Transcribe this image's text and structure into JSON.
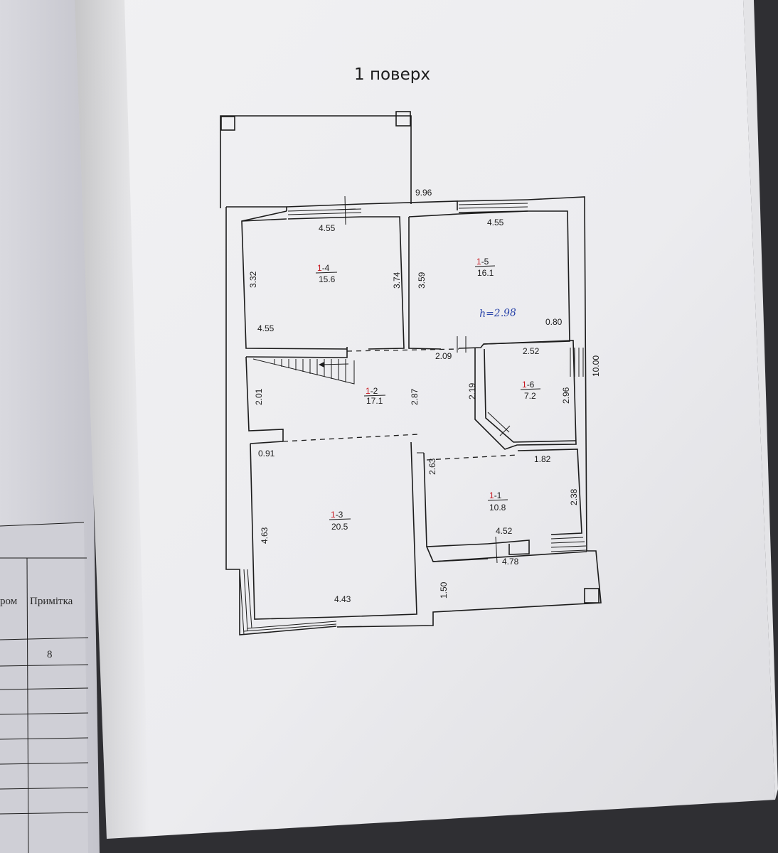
{
  "page": {
    "title": "1 поверх",
    "height_note": "h=2.98"
  },
  "rooms": [
    {
      "id": "1-1",
      "number": "1",
      "suffix": "-1",
      "area": "10.8"
    },
    {
      "id": "1-2",
      "number": "1",
      "suffix": "-2",
      "area": "17.1"
    },
    {
      "id": "1-3",
      "number": "1",
      "suffix": "-3",
      "area": "20.5"
    },
    {
      "id": "1-4",
      "number": "1",
      "suffix": "-4",
      "area": "15.6"
    },
    {
      "id": "1-5",
      "number": "1",
      "suffix": "-5",
      "area": "16.1"
    },
    {
      "id": "1-6",
      "number": "1",
      "suffix": "-6",
      "area": "7.2"
    }
  ],
  "dimensions": {
    "overall_width": "9.96",
    "overall_height": "10.00",
    "r4_top": "4.55",
    "r4_bottom": "4.55",
    "r4_left": "3.32",
    "r4_right": "3.74",
    "r5_top": "4.55",
    "r5_left": "3.59",
    "r5_corner": "0.80",
    "hall_door": "2.09",
    "hall_left": "2.01",
    "hall_mid": "2.87",
    "hall_right": "2.19",
    "r6_top": "2.52",
    "r6_right": "2.96",
    "r1_top": "1.82",
    "r1_right": "2.38",
    "r1_bottom": "4.52",
    "r1_left": "2.63",
    "outer_bottom_right": "4.78",
    "porch_height": "1.50",
    "r3_top": "0.91",
    "r3_left": "4.63",
    "r3_bottom": "4.43"
  },
  "side_table": {
    "header_left": "ром",
    "header_right": "Примітка",
    "value": "8"
  }
}
